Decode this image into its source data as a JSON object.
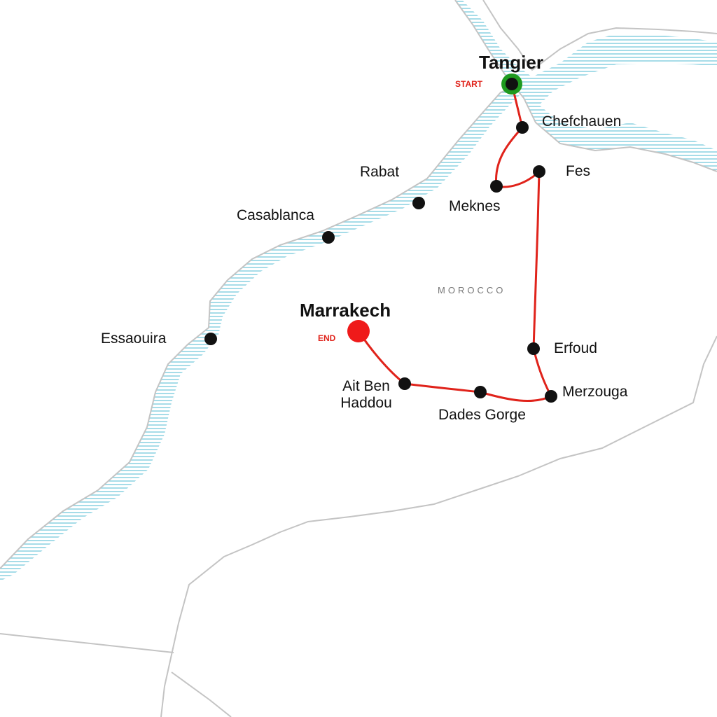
{
  "map": {
    "country_label": "MOROCCO",
    "colors": {
      "route": "#e0231b",
      "start_marker": "#1f9a1f",
      "end_marker": "#ef1a1a",
      "city_dot": "#111111",
      "coast_hatch": "#8fd3e2",
      "border": "#c4c4c4"
    },
    "start": {
      "label": "Tangier",
      "tag": "START"
    },
    "end": {
      "label": "Marrakech",
      "tag": "END"
    },
    "cities": [
      {
        "id": "tangier",
        "label": "Tangier",
        "on_route": true
      },
      {
        "id": "chefchauen",
        "label": "Chefchauen",
        "on_route": true
      },
      {
        "id": "fes",
        "label": "Fes",
        "on_route": true
      },
      {
        "id": "meknes",
        "label": "Meknes",
        "on_route": true
      },
      {
        "id": "rabat",
        "label": "Rabat",
        "on_route": false
      },
      {
        "id": "casablanca",
        "label": "Casablanca",
        "on_route": false
      },
      {
        "id": "essaouira",
        "label": "Essaouira",
        "on_route": false
      },
      {
        "id": "erfoud",
        "label": "Erfoud",
        "on_route": true
      },
      {
        "id": "merzouga",
        "label": "Merzouga",
        "on_route": true
      },
      {
        "id": "dades-gorge",
        "label": "Dades Gorge",
        "on_route": true
      },
      {
        "id": "ait-ben-haddou",
        "label_line1": "Ait Ben",
        "label_line2": "Haddou",
        "on_route": true
      },
      {
        "id": "marrakech",
        "label": "Marrakech",
        "on_route": true
      }
    ],
    "route_order": [
      "Tangier",
      "Chefchauen",
      "Meknes",
      "Fes",
      "Erfoud",
      "Merzouga",
      "Dades Gorge",
      "Ait Ben Haddou",
      "Marrakech"
    ]
  }
}
